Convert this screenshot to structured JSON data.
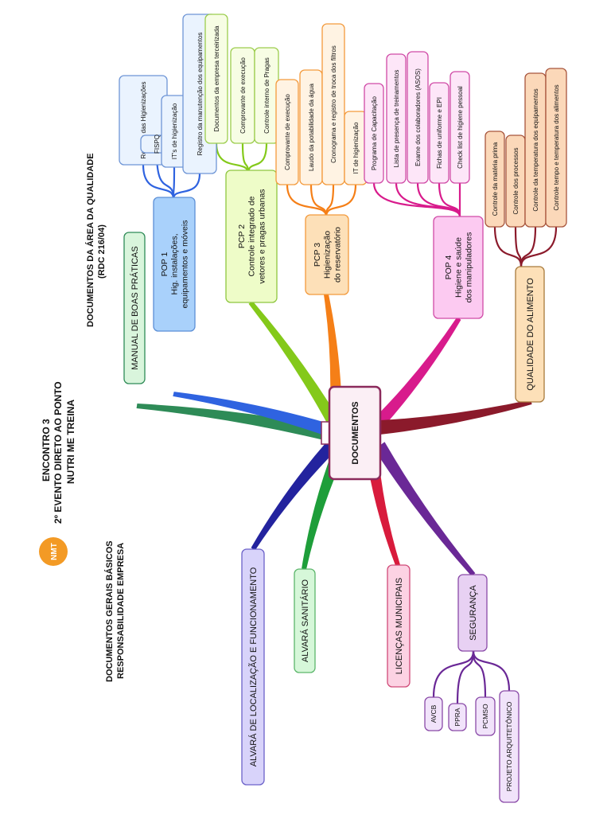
{
  "titles": {
    "quality_line1": "DOCUMENTOS DA ÁREA DA QUALIDADE",
    "quality_line2": "(RDC 216/04)",
    "encontro_line1": "ENCONTRO 3",
    "encontro_line2": "2º EVENTO DIRETO AO PONTO",
    "encontro_line3": "NUTRI ME TREINA",
    "basic_line1": "DOCUMENTOS GERAIS BÁSICOS",
    "basic_line2": "RESPONSABILIDADE EMPRESA",
    "logo_text": "NMT"
  },
  "central": {
    "label": "DOCUMENTOS"
  },
  "branches": {
    "manual": {
      "label": "MANUAL DE BOAS PRÁTICAS",
      "color": "#2e8b57"
    },
    "pop1": {
      "label_lines": [
        "POP 1",
        "Hig. instalações,",
        "equipamentos e móveis"
      ],
      "color": "#2f63e0",
      "children": [
        "Registro das Higienizações",
        "FISPQ",
        "IT's de higienização",
        "Registro da manutenção dos equipamentos"
      ]
    },
    "pcp2": {
      "label_lines": [
        "PCP 2",
        "Controle integrado de",
        "vetores e pragas urbanas"
      ],
      "color": "#84c91a",
      "children": [
        "Documentos da empresa terceirizada",
        "Comprovante de execução",
        "Controle interno de Pragas"
      ]
    },
    "pcp3": {
      "label_lines": [
        "PCP 3",
        "Higienização",
        "do reservatório"
      ],
      "color": "#f57f17",
      "children": [
        "Comprovante de execução",
        "Laudo da potabilidade da água",
        "Cronograma e registro de troca dos filtros",
        "IT de higienização"
      ]
    },
    "pop4": {
      "label_lines": [
        "POP 4",
        "Higiene e saúde",
        "dos manipuladores"
      ],
      "color": "#d81b8c",
      "children": [
        "Programa de Capacitação",
        "Lista de presença de treinamentos",
        "Exame dos colaboradores (ASOS)",
        "Fichas de uniforme e EPI",
        "Check list de higiene pessoal"
      ]
    },
    "qualidade": {
      "label": "QUALIDADE DO ALIMENTO",
      "color": "#8b1a2b",
      "children": [
        "Controle da matéria prima",
        "Controle dos processos",
        "Controle da temperatura dos equipamentos",
        "Controle tempo e temperatura dos alimentos"
      ]
    },
    "alvara_loc": {
      "label": "ALVARÁ DE LOCALIZAÇÃO E FUNCIONAMENTO",
      "color": "#23239e"
    },
    "alvara_san": {
      "label": "ALVARÁ SANITÁRIO",
      "color": "#1e9e3a"
    },
    "licencas": {
      "label": "LICENÇAS MUNICIPAIS",
      "color": "#d81b3c"
    },
    "seguranca": {
      "label": "SEGURANÇA",
      "color": "#6a2896",
      "children": [
        "AVCB",
        "PPRA",
        "PCMSO",
        "PROJETO ARQUITETÔNICO"
      ]
    }
  }
}
